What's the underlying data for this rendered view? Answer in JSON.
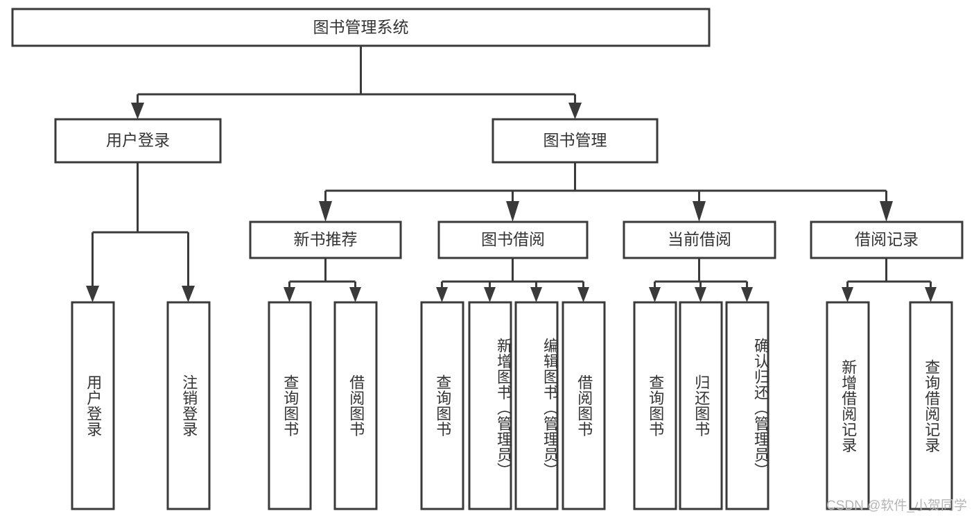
{
  "diagram": {
    "type": "tree",
    "title": "图书管理系统",
    "watermark": "CSDN @软件_小贺同学",
    "root": {
      "label": "图书管理系统"
    },
    "level2": [
      {
        "label": "用户登录"
      },
      {
        "label": "图书管理"
      }
    ],
    "level3": [
      {
        "label": "新书推荐",
        "parent": "图书管理"
      },
      {
        "label": "图书借阅",
        "parent": "图书管理"
      },
      {
        "label": "当前借阅",
        "parent": "图书管理"
      },
      {
        "label": "借阅记录",
        "parent": "图书管理"
      }
    ],
    "leaves": {
      "user_login": [
        {
          "label": "用户登录"
        },
        {
          "label": "注销登录"
        }
      ],
      "new_book": [
        {
          "label": "查询图书"
        },
        {
          "label": "借阅图书"
        }
      ],
      "book_borrow": [
        {
          "label": "查询图书"
        },
        {
          "label": "新增图书（管理员）"
        },
        {
          "label": "编辑图书（管理员）"
        },
        {
          "label": "借阅图书"
        }
      ],
      "current_borrow": [
        {
          "label": "查询图书"
        },
        {
          "label": "归还图书"
        },
        {
          "label": "确认归还（管理员）"
        }
      ],
      "borrow_record": [
        {
          "label": "新增借阅记录"
        },
        {
          "label": "查询借阅记录"
        }
      ]
    },
    "colors": {
      "stroke": "#3a3a3a",
      "fill": "#ffffff",
      "text": "#333333",
      "watermark": "#b5b5b5"
    }
  }
}
